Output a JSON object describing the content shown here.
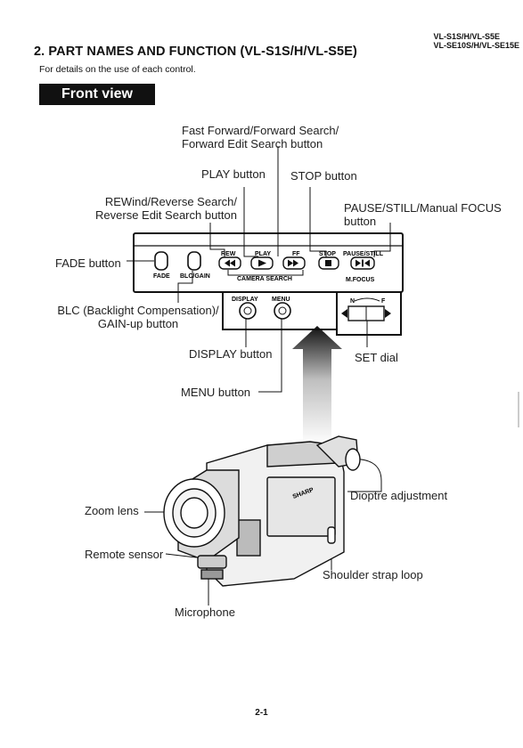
{
  "header": {
    "model_line1": "VL-S1S/H/VL-S5E",
    "model_line2": "VL-SE10S/H/VL-SE15E"
  },
  "section": {
    "title": "2. PART NAMES AND FUNCTION (VL-S1S/H/VL-S5E)",
    "intro": "For details on the use of each control.",
    "banner": "Front view"
  },
  "labels": {
    "ff_line1": "Fast Forward/Forward Search/",
    "ff_line2": "Forward Edit Search button",
    "play": "PLAY button",
    "stop": "STOP button",
    "rew_line1": "REWind/Reverse Search/",
    "rew_line2": "Reverse Edit Search button",
    "pause_line1": "PAUSE/STILL/Manual FOCUS",
    "pause_line2": "button",
    "fade": "FADE button",
    "blc_line1": "BLC (Backlight Compensation)/",
    "blc_line2": "GAIN-up button",
    "display": "DISPLAY button",
    "set": "SET dial",
    "menu": "MENU button",
    "zoom": "Zoom lens",
    "dioptre": "Dioptre adjustment",
    "remote": "Remote sensor",
    "strap": "Shoulder strap loop",
    "mic": "Microphone"
  },
  "panel": {
    "fade": "FADE",
    "blc": "BLC/GAIN",
    "rew": "REW",
    "play": "PLAY",
    "ff": "FF",
    "stop": "STOP",
    "pause": "PAUSE/STILL",
    "camera_search": "CAMERA SEARCH",
    "mfocus": "M.FOCUS",
    "display": "DISPLAY",
    "menu": "MENU",
    "n": "N",
    "f": "F"
  },
  "camera": {
    "brand": "SHARP"
  },
  "footer": {
    "page": "2-1"
  }
}
